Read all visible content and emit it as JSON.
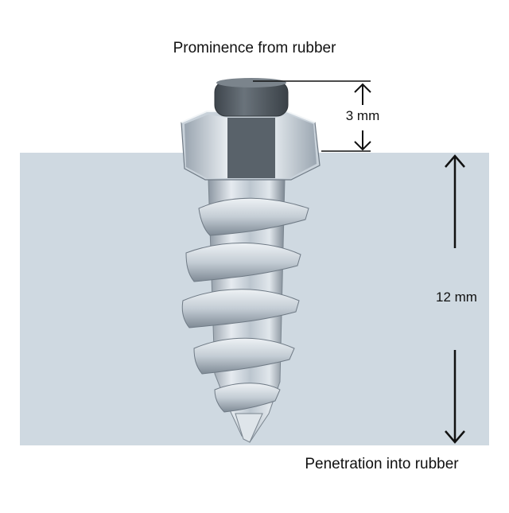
{
  "labels": {
    "top": "Prominence from rubber",
    "bottom": "Penetration into rubber",
    "prominence_dimension": "3 mm",
    "penetration_dimension": "12 mm"
  },
  "colors": {
    "background": "#ffffff",
    "rubber_block": "#cfd9e1",
    "metal_light": "#e3e8ed",
    "metal_mid": "#b2bcc6",
    "metal_dark": "#6c7782",
    "pin_carbide": "#50585f",
    "arrow": "#111111"
  }
}
